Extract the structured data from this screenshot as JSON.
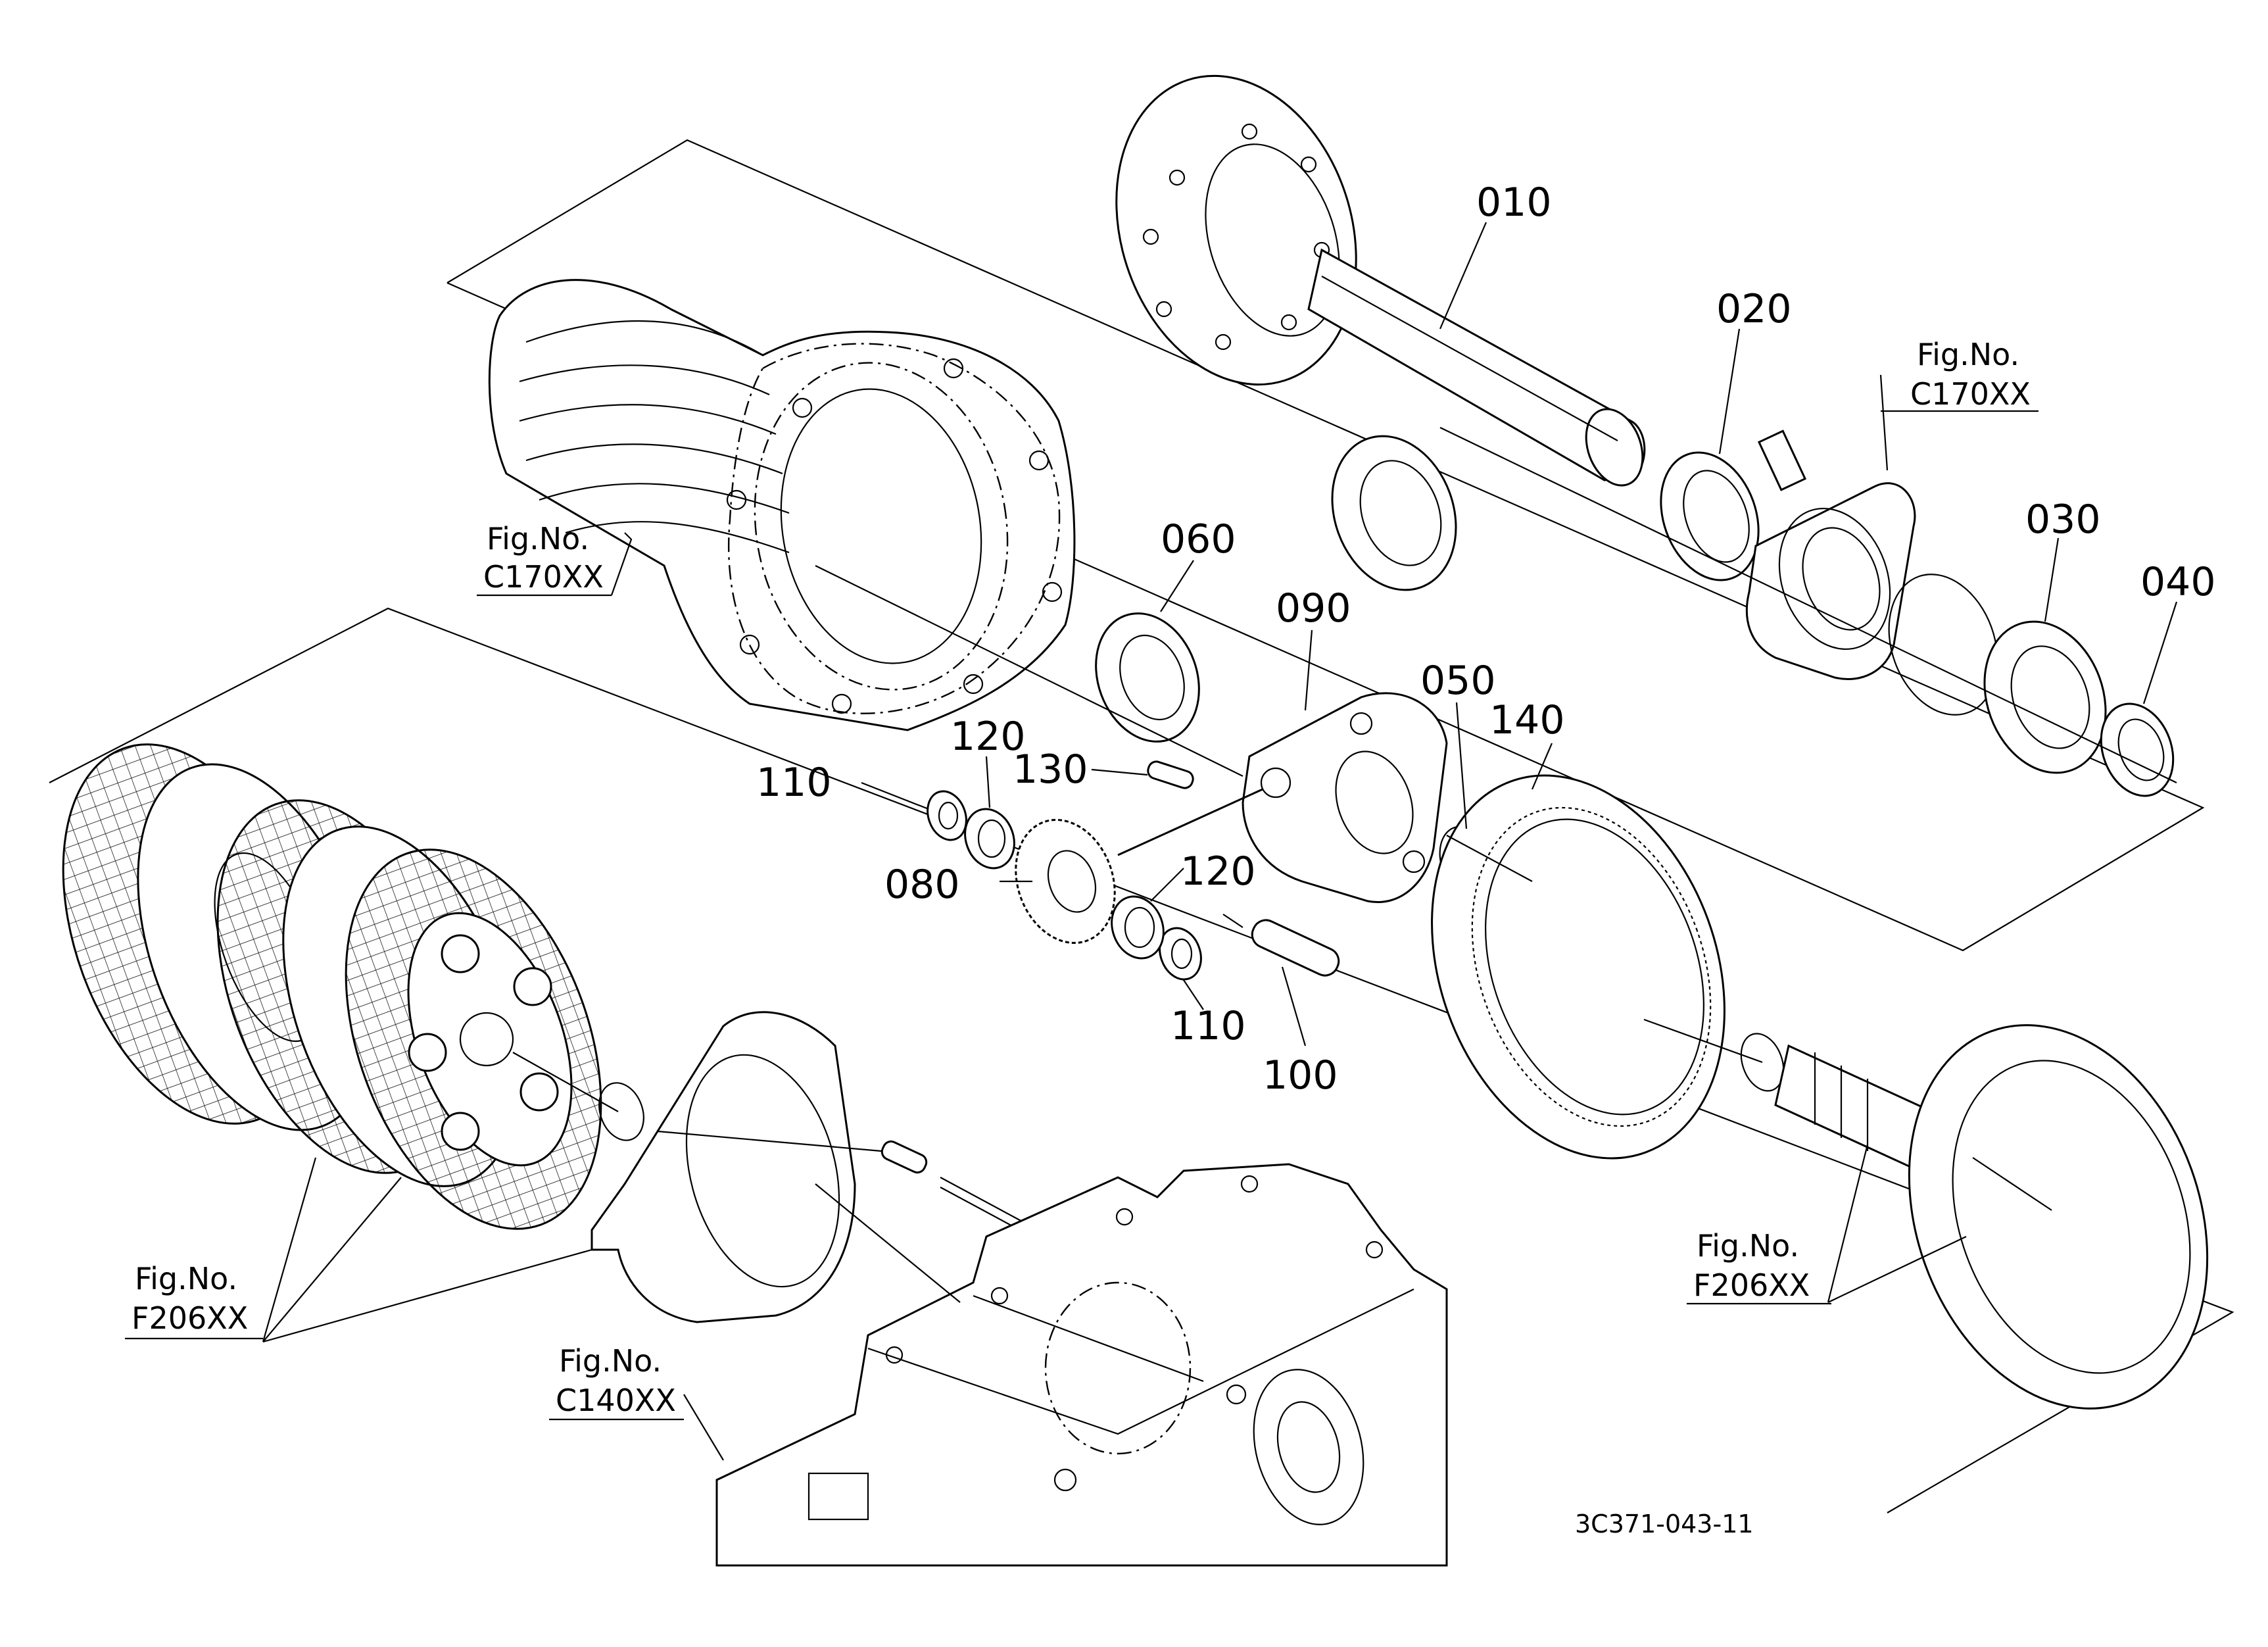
{
  "drawing_code": "3C371-043-11",
  "part_labels": {
    "p010": "010",
    "p020": "020",
    "p030": "030",
    "p040": "040",
    "p050": "050",
    "p060": "060",
    "p080": "080",
    "p090": "090",
    "p100": "100",
    "p110a": "110",
    "p110b": "110",
    "p120a": "120",
    "p120b": "120",
    "p130": "130",
    "p140": "140"
  },
  "figure_refs": {
    "c170_left": {
      "line1": "Fig.No.",
      "line2": "C170XX"
    },
    "c170_right": {
      "line1": "Fig.No.",
      "line2": "C170XX"
    },
    "f206_left": {
      "line1": "Fig.No.",
      "line2": "F206XX"
    },
    "f206_right": {
      "line1": "Fig.No.",
      "line2": "F206XX"
    },
    "c140": {
      "line1": "Fig.No.",
      "line2": "C140XX"
    }
  }
}
